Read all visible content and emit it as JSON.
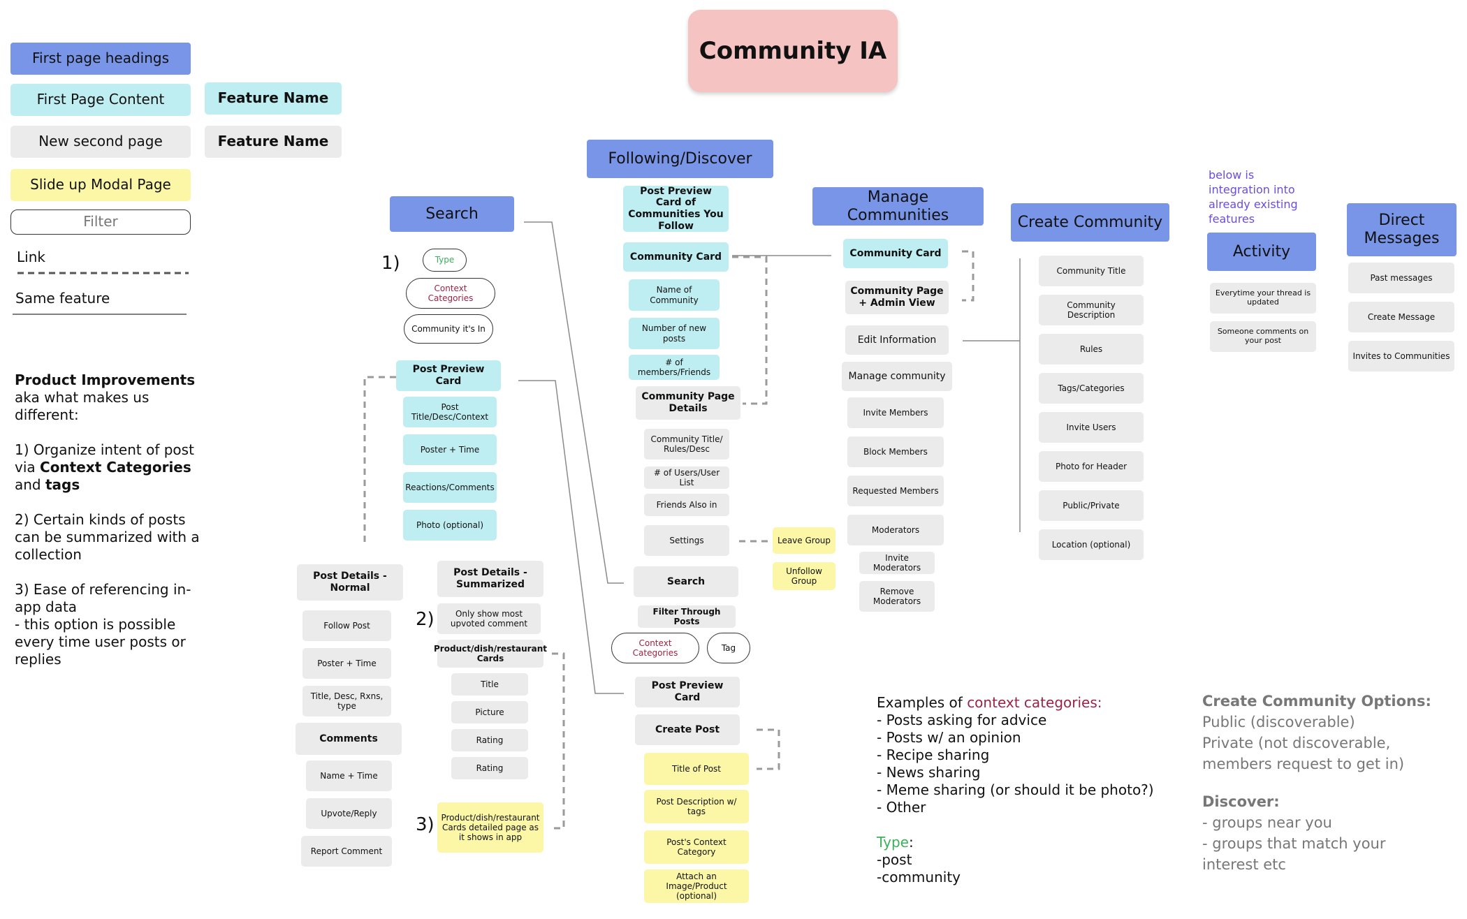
{
  "title": "Community IA",
  "legend": {
    "first_page_headings": "First page headings",
    "first_page_content": "First Page Content",
    "new_second_page": "New second page",
    "slide_up_modal": "Slide up Modal Page",
    "filter": "Filter",
    "link": "Link",
    "same_feature": "Same feature",
    "feature_name_1": "Feature Name",
    "feature_name_2": "Feature Name"
  },
  "improvements": {
    "heading": "Product Improvements",
    "subheading": "aka what makes us different:",
    "p1_a": "1) Organize intent of post via ",
    "p1_b": "Context Categories",
    "p1_c": " and ",
    "p1_d": "tags",
    "p2": "2) Certain kinds of posts can be summarized with a collection",
    "p3_a": "3) Ease of referencing in-app data",
    "p3_b": "- this option is possible every time user posts or replies"
  },
  "markers": {
    "one_a": "1)",
    "two": "2)",
    "three": "3)"
  },
  "search": {
    "heading": "Search",
    "filters": [
      "Type",
      "Context Categories",
      "Community it's In"
    ],
    "post_preview_card": "Post Preview Card",
    "card_items": [
      "Post Title/Desc/Context",
      "Poster + Time",
      "Reactions/Comments",
      "Photo (optional)"
    ],
    "post_details_normal": "Post Details - Normal",
    "normal_items": [
      "Follow Post",
      "Poster + Time",
      "Title, Desc, Rxns, type"
    ],
    "comments": "Comments",
    "comment_items": [
      "Name + Time",
      "Upvote/Reply",
      "Report Comment"
    ],
    "post_details_summarized": "Post Details - Summarized",
    "summarized_note": "Only show most upvoted comment",
    "product_cards": "Product/dish/restaurant Cards",
    "product_items": [
      "Title",
      "Picture",
      "Rating",
      "Rating"
    ],
    "product_detail": "Product/dish/restaurant Cards detailed page as it shows in app"
  },
  "following": {
    "heading": "Following/Discover",
    "preview_card": "Post Preview Card of Communities You Follow",
    "community_card": "Community Card",
    "card_items": [
      "Name of Community",
      "Number of new posts",
      "# of members/Friends"
    ],
    "page_details": "Community Page Details",
    "details_items": [
      "Community Title/ Rules/Desc",
      "# of Users/User List",
      "Friends Also in"
    ],
    "settings": "Settings",
    "leave_group": "Leave Group",
    "unfollow_group": "Unfollow Group",
    "search": "Search",
    "filter_through": "Filter Through Posts",
    "filter_pills": [
      "Context Categories",
      "Tag"
    ],
    "post_preview": "Post Preview Card",
    "create_post": "Create Post",
    "create_items": [
      "Title of Post",
      "Post Description w/ tags",
      "Post's Context Category",
      "Attach an Image/Product (optional)"
    ]
  },
  "manage": {
    "heading": "Manage Communities",
    "community_card": "Community Card",
    "page_admin": "Community Page + Admin View",
    "edit_info": "Edit Information",
    "manage_community": "Manage community",
    "items": [
      "Invite Members",
      "Block Members",
      "Requested Members",
      "Moderators"
    ],
    "mod_items": [
      "Invite Moderators",
      "Remove Moderators"
    ]
  },
  "create": {
    "heading": "Create Community",
    "items": [
      "Community Title",
      "Community Description",
      "Rules",
      "Tags/Categories",
      "Invite Users",
      "Photo for Header",
      "Public/Private",
      "Location (optional)"
    ]
  },
  "integration_note": "below is integration into already existing features",
  "activity": {
    "heading": "Activity",
    "items": [
      "Everytime your thread is updated",
      "Someone comments on your post"
    ]
  },
  "dm": {
    "heading": "Direct Messages",
    "items": [
      "Past messages",
      "Create Message",
      "Invites to Communities"
    ]
  },
  "examples": {
    "lead": "Examples of ",
    "lead_colored": "context categories:",
    "items": [
      "- Posts asking for advice",
      "- Posts w/ an opinion",
      "- Recipe sharing",
      "- News sharing",
      "- Meme sharing (or should it be photo?)",
      "- Other"
    ],
    "type_label": "Type",
    "type_colon": ":",
    "type_items": [
      "-post",
      "-community"
    ]
  },
  "options": {
    "heading": "Create Community Options:",
    "lines": [
      "Public (discoverable)",
      "Private (not discoverable, members request to get in)"
    ],
    "discover_heading": "Discover:",
    "discover_lines": [
      "- groups near you",
      "- groups that match your interest etc"
    ]
  },
  "colors": {
    "heading_blue": "#7895e8",
    "content_cyan": "#bfeef2",
    "second_gray": "#ebebeb",
    "modal_yellow": "#fbf7a6",
    "title_pink": "#f4c3c2",
    "context_red": "#9b2345",
    "type_green": "#3cb05a",
    "note_purple": "#6a4de0"
  }
}
